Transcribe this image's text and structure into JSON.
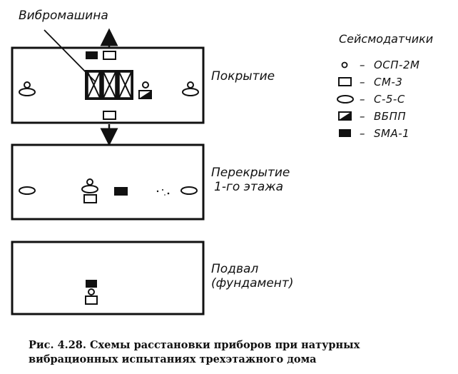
{
  "diagram": {
    "machine_label": "Вибромашина",
    "floors": [
      {
        "label_lines": [
          "Покрытие"
        ]
      },
      {
        "label_lines": [
          "Перекрытие",
          "1-го этажа"
        ]
      },
      {
        "label_lines": [
          "Подвал",
          "(фундамент)"
        ]
      }
    ]
  },
  "legend": {
    "title": "Сейсмодатчики",
    "items": [
      {
        "symbol": "small-circle",
        "dash": "–",
        "label": "ОСП-2М"
      },
      {
        "symbol": "open-rectangle",
        "dash": "–",
        "label": "СМ-3"
      },
      {
        "symbol": "open-ellipse",
        "dash": "–",
        "label": "С-5-С"
      },
      {
        "symbol": "half-filled-rectangle",
        "dash": "–",
        "label": "ВБПП"
      },
      {
        "symbol": "filled-rectangle",
        "dash": "–",
        "label": "SMA-1"
      }
    ]
  },
  "caption": "Рис. 4.28. Схемы расстановки приборов при натурных вибрационных испытаниях трехэтажного дома"
}
